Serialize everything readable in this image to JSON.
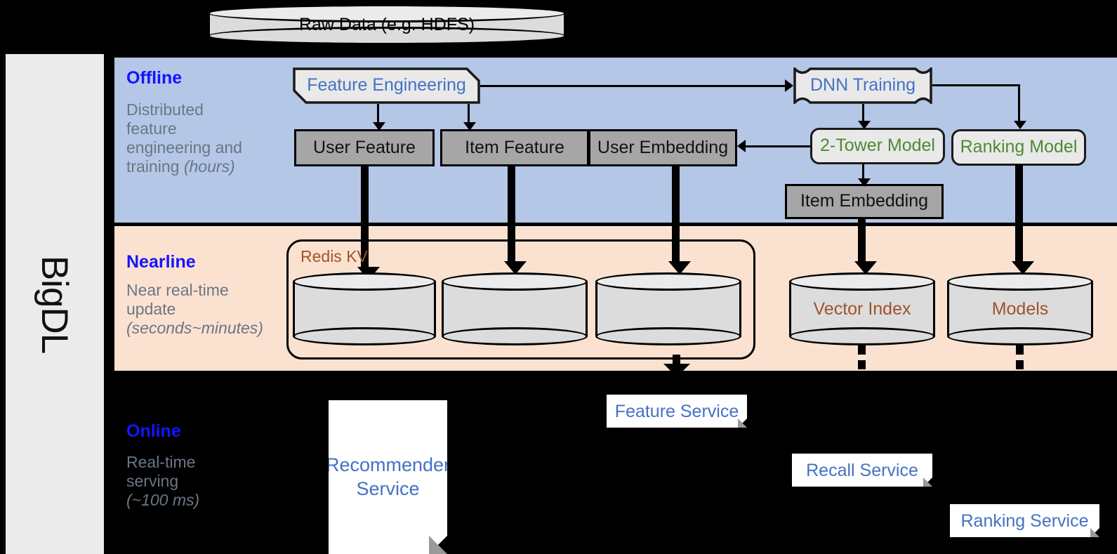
{
  "brand": {
    "label": "BigDL"
  },
  "colors": {
    "offline_band": "#b4c7e7",
    "nearline_band": "#fbe2d0",
    "online_band": "#000000",
    "band_title": "#1414ff",
    "band_desc": "#6b7684",
    "gray_node": "#a6a6a6",
    "proc_node": "#e9e9e9",
    "blue_text": "#4472c4",
    "green_text": "#4e8a33",
    "brown_text": "#a1522a",
    "rail_bg": "#ebebeb"
  },
  "source": {
    "label": "Raw Data (e.g. HDFS)"
  },
  "bands": [
    {
      "name": "offline",
      "title": "Offline",
      "desc_lines": [
        "Distributed",
        "feature",
        "engineering and",
        "training "
      ],
      "desc_italic": "(hours)"
    },
    {
      "name": "nearline",
      "title": "Nearline",
      "desc_lines": [
        "Near real-time",
        "update"
      ],
      "desc_italic": "(seconds~minutes)"
    },
    {
      "name": "online",
      "title": "Online",
      "desc_lines": [
        "Real-time",
        "serving"
      ],
      "desc_italic": "(~100 ms)"
    }
  ],
  "offline": {
    "feature_engineering": "Feature Engineering",
    "dnn_training": "DNN Training",
    "user_feature": "User Feature",
    "item_feature": "Item Feature",
    "user_embedding": "User Embedding",
    "two_tower_model": "2-Tower Model",
    "ranking_model": "Ranking Model",
    "item_embedding": "Item Embedding"
  },
  "nearline": {
    "redis_label": "Redis KV",
    "kv_stores": [
      "",
      "",
      ""
    ],
    "vector_index": "Vector Index",
    "models": "Models"
  },
  "online": {
    "recommender_service": "Recommender\nService",
    "feature_service": "Feature Service",
    "recall_service": "Recall Service",
    "ranking_service": "Ranking Service"
  }
}
